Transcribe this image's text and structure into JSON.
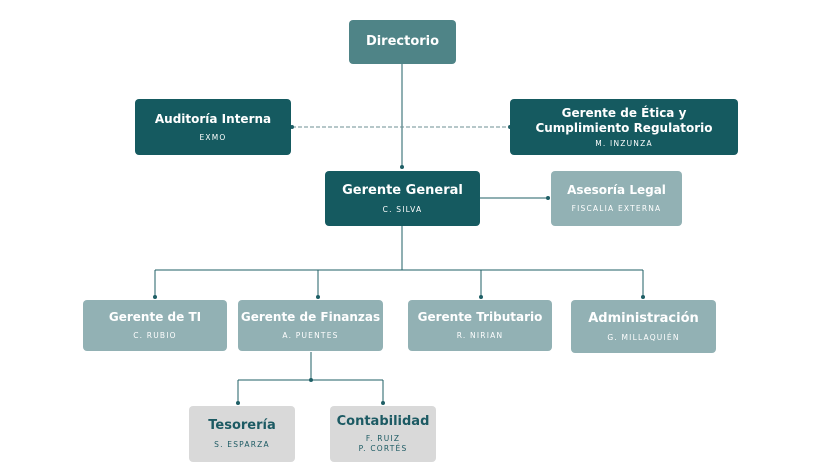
{
  "colors": {
    "dark": "#155a60",
    "mid": "#4f8487",
    "light": "#92b1b4",
    "grey": "#d9d9d9",
    "grey_text": "#1c5a63",
    "line": "#1f5f66"
  },
  "nodes": {
    "directorio": {
      "title": "Directorio"
    },
    "auditoria": {
      "title": "Auditoría Interna",
      "person": "EXMO"
    },
    "etica": {
      "title_1": "Gerente de Ética y",
      "title_2": "Cumplimiento Regulatorio",
      "person": "M. INZUNZA"
    },
    "gerente_general": {
      "title": "Gerente General",
      "person": "C. SILVA"
    },
    "asesoria": {
      "title": "Asesoría Legal",
      "person": "FISCALIA EXTERNA"
    },
    "ti": {
      "title": "Gerente de TI",
      "person": "C. RUBIO"
    },
    "finanzas": {
      "title": "Gerente de Finanzas",
      "person": "A. PUENTES"
    },
    "tributario": {
      "title": "Gerente Tributario",
      "person": "R. NIRIAN"
    },
    "administracion": {
      "title": "Administración",
      "person": "G. MILLAQUIÉN"
    },
    "tesoreria": {
      "title": "Tesorería",
      "person": "S. ESPARZA"
    },
    "contabilidad": {
      "title": "Contabilidad",
      "person_1": "F. RUIZ",
      "person_2": "P. CORTÉS"
    }
  }
}
